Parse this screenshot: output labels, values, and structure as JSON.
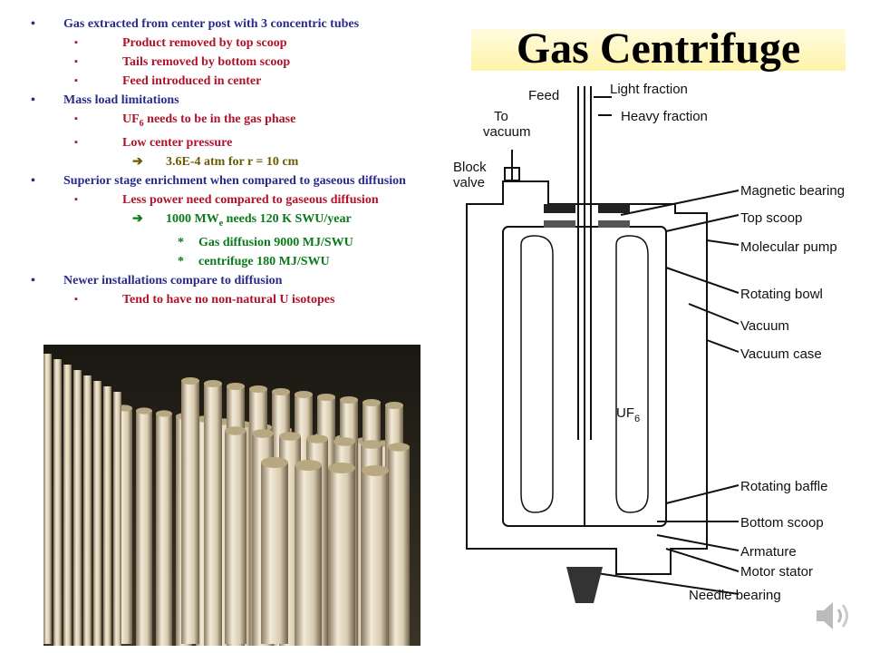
{
  "title": "Gas Centrifuge",
  "bullets": {
    "b1": "Gas extracted from center post with 3 concentric tubes",
    "b1a": "Product removed by top scoop",
    "b1b": "Tails removed by bottom scoop",
    "b1c": "Feed introduced in center",
    "b2": "Mass load limitations",
    "b2a_pre": "UF",
    "b2a_sub": "6",
    "b2a_post": " needs to be in the gas phase",
    "b2b": "Low center pressure",
    "b2b1": "3.6E-4 atm for r = 10 cm",
    "b3": "Superior stage enrichment when compared to gaseous diffusion",
    "b3a": "Less power need compared to gaseous diffusion",
    "b3a1_pre": "1000 MW",
    "b3a1_sub": "e",
    "b3a1_post": " needs 120 K SWU/year",
    "b3a1a": "Gas diffusion 9000 MJ/SWU",
    "b3a1b": "centrifuge 180 MJ/SWU",
    "b4": "Newer installations compare to diffusion",
    "b4a": "Tend to have no non-natural U isotopes"
  },
  "markers": {
    "l1": "•",
    "l2": "▪",
    "l3": "➔",
    "l4": "*"
  },
  "diagram": {
    "feed": "Feed",
    "to": "To",
    "vacuum_left": "vacuum",
    "block": "Block",
    "valve": "valve",
    "light_fraction": "Light fraction",
    "heavy_fraction": "Heavy fraction",
    "magnetic_bearing": "Magnetic bearing",
    "top_scoop": "Top scoop",
    "molecular_pump": "Molecular pump",
    "rotating_bowl": "Rotating bowl",
    "vacuum": "Vacuum",
    "vacuum_case": "Vacuum case",
    "uf": "UF",
    "uf_sub": "6",
    "rotating_baffle": "Rotating baffle",
    "bottom_scoop": "Bottom scoop",
    "armature": "Armature",
    "motor_stator": "Motor stator",
    "needle_bearing": "Needle bearing"
  },
  "colors": {
    "level1": "#2a2a8a",
    "level2": "#b0122a",
    "level3": "#6b5a00",
    "level4": "#0a7a1a",
    "title_band": "#fff3a8"
  },
  "icons": {
    "speaker": "speaker-icon"
  }
}
